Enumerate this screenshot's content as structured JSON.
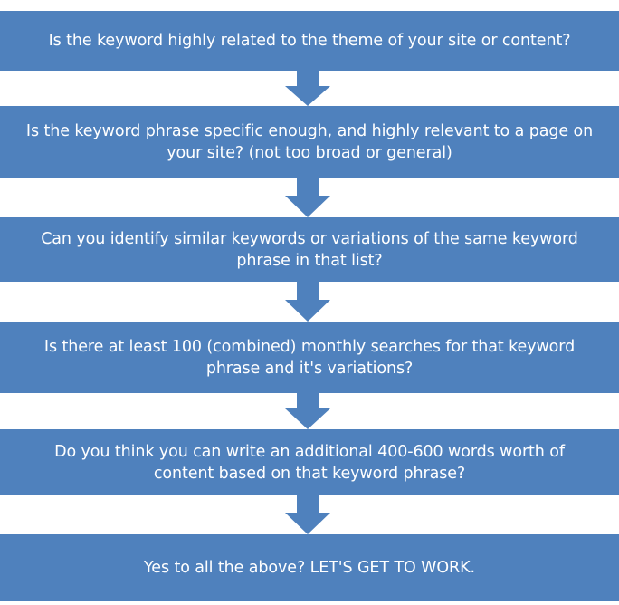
{
  "flowchart": {
    "steps": [
      {
        "text": "Is the keyword highly related to the theme of your site or content?"
      },
      {
        "text": "Is the keyword phrase specific  enough, and highly relevant to a page on\nyour site? (not too broad or general)"
      },
      {
        "text": "Can you identify similar keywords or variations of the same keyword\nphrase in that list?"
      },
      {
        "text": "Is there at least 100  (combined) monthly searches for that keyword\nphrase and it's variations?"
      },
      {
        "text": "Do you think you can write an additional 400-600 words worth of\ncontent based on that keyword phrase?"
      },
      {
        "text": "Yes to all the above? LET'S GET TO WORK."
      }
    ]
  },
  "colors": {
    "box_fill": "#4f81bd",
    "arrow_fill": "#4f81bd",
    "text": "#ffffff"
  },
  "icons": {
    "connector": "down-arrow-icon"
  }
}
